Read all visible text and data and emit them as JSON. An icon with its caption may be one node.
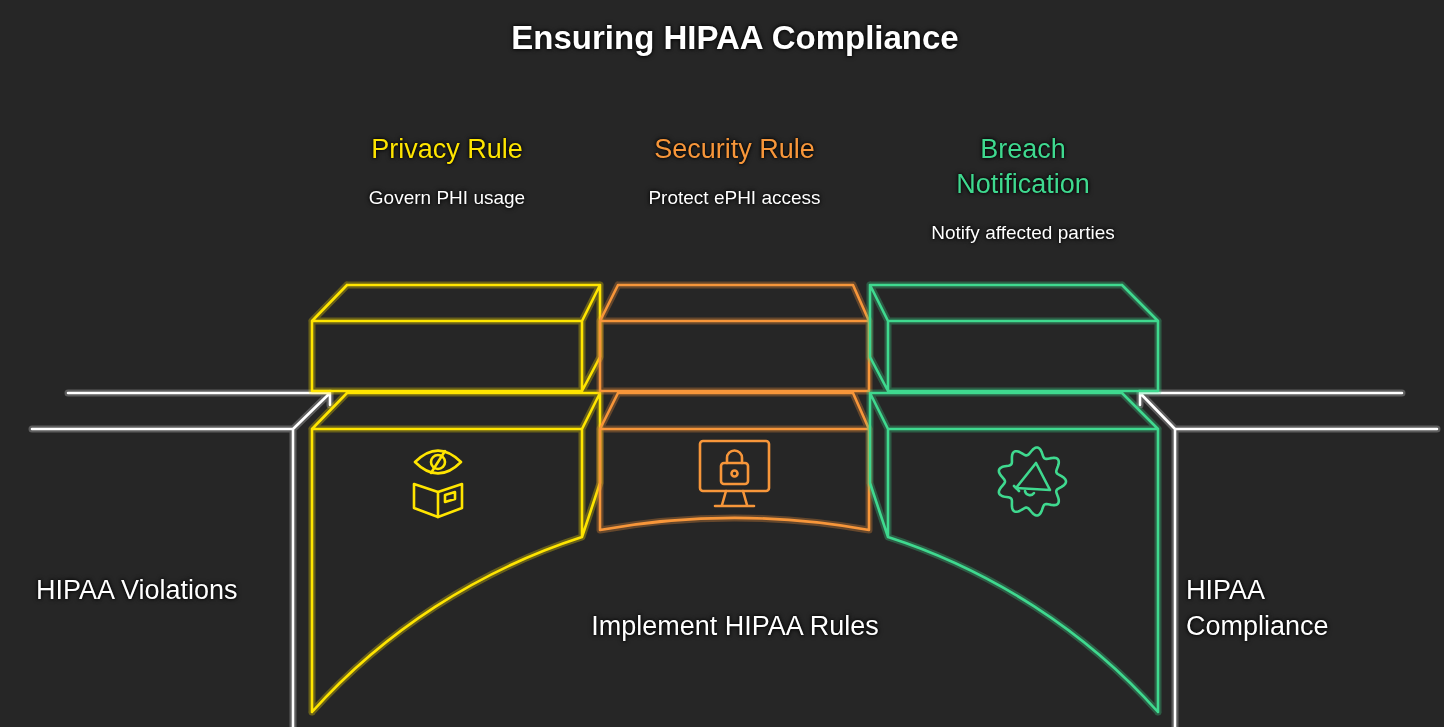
{
  "diagram": {
    "title": "Ensuring HIPAA Compliance",
    "nodes": [
      {
        "text": [
          "Privacy Rule",
          "Govern PHI usage"
        ]
      },
      {
        "text": [
          "Security Rule",
          "Protect ePHI access"
        ]
      },
      {
        "text": [
          "Breach Notification",
          "Notify affected parties"
        ]
      }
    ],
    "labels": [
      "HIPAA Violations",
      "Implement HIPAA Rules",
      "HIPAA Compliance"
    ]
  }
}
